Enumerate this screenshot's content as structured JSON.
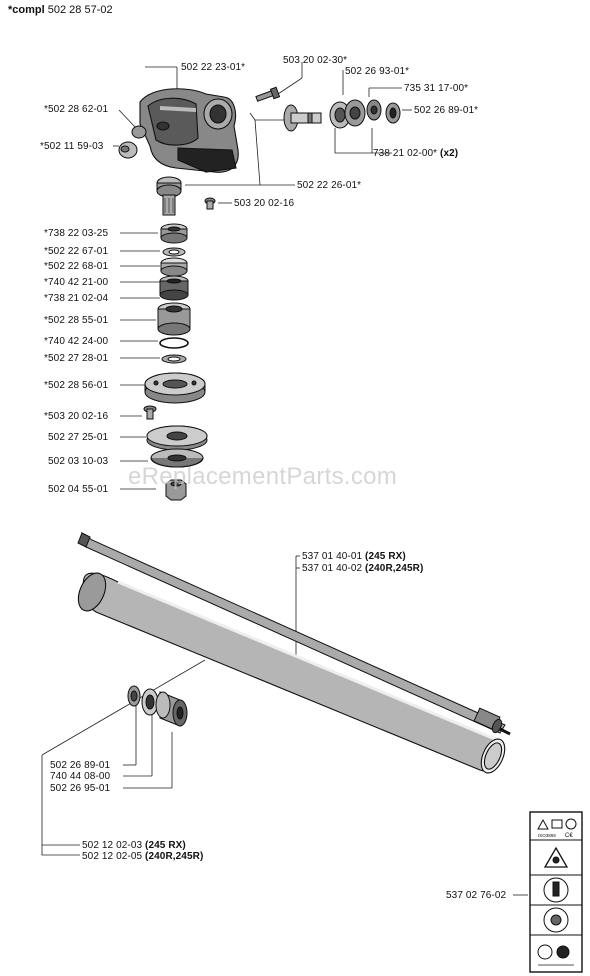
{
  "header": {
    "prefix": "*compl",
    "number": "502 28 57-02"
  },
  "watermark": "eReplacementParts.com",
  "upper_labels": {
    "l_502_22_23_01": "502 22 23-01*",
    "l_503_20_02_30": "503 20 02-30*",
    "l_502_26_93_01": "502 26 93-01*",
    "l_735_31_17_00": "735 31 17-00*",
    "l_502_26_89_01_top": "502 26 89-01*",
    "l_502_28_62_01": "*502 28 62-01",
    "l_502_11_59_03": "*502 11 59-03",
    "l_738_21_02_00": "738 21 02-00*",
    "l_738_21_02_00_qty": "(x2)",
    "l_502_22_26_01": "502 22 26-01*",
    "l_503_20_02_16": "503 20 02-16"
  },
  "left_column": [
    "*738 22 03-25",
    "*502 22 67-01",
    "*502 22 68-01",
    "*740 42 21-00",
    "*738 21 02-04",
    "*502 28 55-01",
    "*740 42 24-00",
    "*502 27 28-01",
    "*502 28 56-01",
    "*503 20 02-16",
    "502 27 25-01",
    "502 03 10-03",
    "502 04 55-01"
  ],
  "shaft_labels": {
    "a_num": "537 01 40-01",
    "a_var": "(245 RX)",
    "b_num": "537 01 40-02",
    "b_var": "(240R,245R)"
  },
  "coupling_labels": [
    "502 26 89-01",
    "740 44 08-00",
    "502 26 95-01"
  ],
  "tube_labels": {
    "a_num": "502 12 02-03",
    "a_var": "(245 RX)",
    "b_num": "502 12 02-05",
    "b_var": "(240R,245R)"
  },
  "decal_label": "537 02 76-02",
  "decal_text": {
    "ce": "C€",
    "code": "ISO3869"
  }
}
